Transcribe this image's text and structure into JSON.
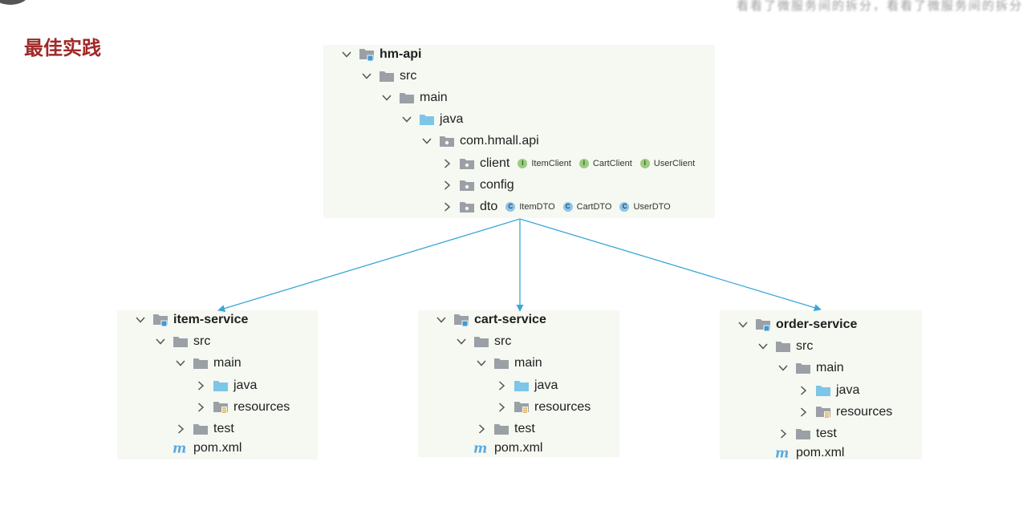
{
  "title": "最佳实践",
  "header_partial": "看看了微服务间的拆分，看看了微服务间的拆分",
  "colors": {
    "title": "#a02828",
    "arrow": "#3aa7d8",
    "panel": "#f6f8f2"
  },
  "trees": {
    "api": {
      "rows": [
        {
          "label": "hm-api",
          "chev": "down",
          "icon": "module-icon",
          "bold": true
        },
        {
          "label": "src",
          "chev": "down",
          "icon": "folder-icon"
        },
        {
          "label": "main",
          "chev": "down",
          "icon": "folder-icon"
        },
        {
          "label": "java",
          "chev": "down",
          "icon": "source-folder-icon"
        },
        {
          "label": "com.hmall.api",
          "chev": "down",
          "icon": "package-icon"
        },
        {
          "label": "client",
          "chev": "right",
          "icon": "package-icon"
        },
        {
          "label": "config",
          "chev": "right",
          "icon": "package-icon"
        },
        {
          "label": "dto",
          "chev": "right",
          "icon": "package-icon"
        }
      ],
      "client_badges": [
        {
          "letter": "I",
          "text": "ItemClient"
        },
        {
          "letter": "I",
          "text": "CartClient"
        },
        {
          "letter": "I",
          "text": "UserClient"
        }
      ],
      "dto_badges": [
        {
          "letter": "C",
          "text": "ItemDTO"
        },
        {
          "letter": "C",
          "text": "CartDTO"
        },
        {
          "letter": "C",
          "text": "UserDTO"
        }
      ]
    },
    "item": {
      "rows": [
        {
          "label": "item-service",
          "chev": "down",
          "icon": "module-icon",
          "bold": true
        },
        {
          "label": "src",
          "chev": "down",
          "icon": "folder-icon"
        },
        {
          "label": "main",
          "chev": "down",
          "icon": "folder-icon"
        },
        {
          "label": "java",
          "chev": "right",
          "icon": "source-folder-icon"
        },
        {
          "label": "resources",
          "chev": "right",
          "icon": "resources-folder-icon"
        },
        {
          "label": "test",
          "chev": "right",
          "icon": "folder-icon"
        },
        {
          "label": "pom.xml",
          "chev": "none",
          "icon": "maven-icon"
        }
      ]
    },
    "cart": {
      "rows": [
        {
          "label": "cart-service",
          "chev": "down",
          "icon": "module-icon",
          "bold": true
        },
        {
          "label": "src",
          "chev": "down",
          "icon": "folder-icon"
        },
        {
          "label": "main",
          "chev": "down",
          "icon": "folder-icon"
        },
        {
          "label": "java",
          "chev": "right",
          "icon": "source-folder-icon"
        },
        {
          "label": "resources",
          "chev": "right",
          "icon": "resources-folder-icon"
        },
        {
          "label": "test",
          "chev": "right",
          "icon": "folder-icon"
        },
        {
          "label": "pom.xml",
          "chev": "none",
          "icon": "maven-icon"
        }
      ]
    },
    "order": {
      "rows": [
        {
          "label": "order-service",
          "chev": "down",
          "icon": "module-icon",
          "bold": true
        },
        {
          "label": "src",
          "chev": "down",
          "icon": "folder-icon"
        },
        {
          "label": "main",
          "chev": "down",
          "icon": "folder-icon"
        },
        {
          "label": "java",
          "chev": "right",
          "icon": "source-folder-icon"
        },
        {
          "label": "resources",
          "chev": "right",
          "icon": "resources-folder-icon"
        },
        {
          "label": "test",
          "chev": "right",
          "icon": "folder-icon"
        },
        {
          "label": "pom.xml",
          "chev": "none",
          "icon": "maven-icon"
        }
      ]
    }
  }
}
